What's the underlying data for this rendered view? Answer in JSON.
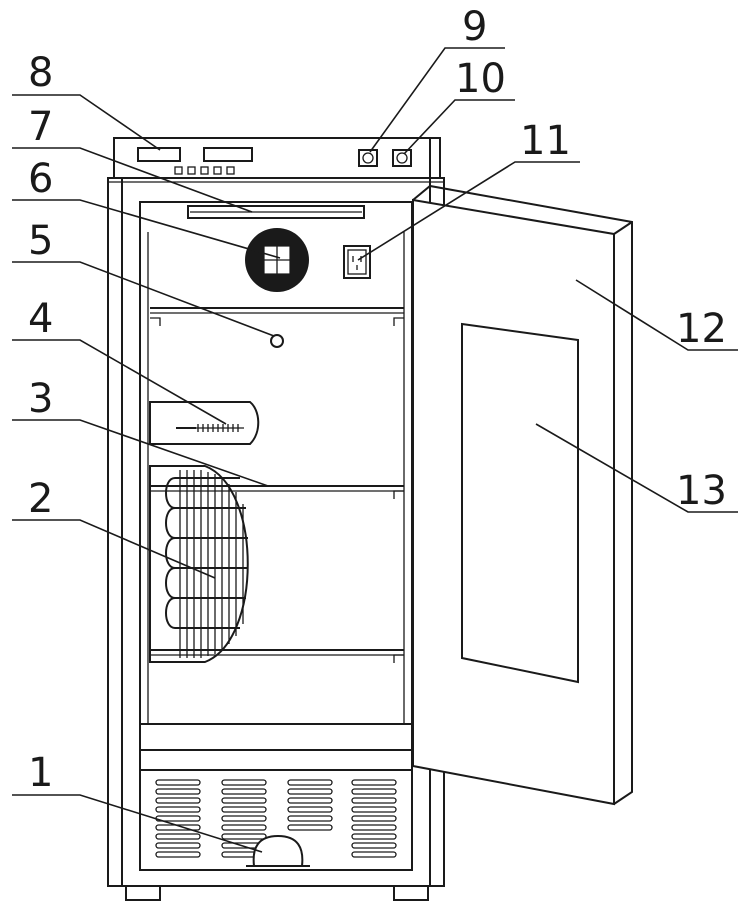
{
  "figure": {
    "labels": [
      "1",
      "2",
      "3",
      "4",
      "5",
      "6",
      "7",
      "8",
      "9",
      "10",
      "11",
      "12",
      "13"
    ]
  },
  "colors": {
    "line": "#1a1a1a",
    "background": "#ffffff"
  }
}
